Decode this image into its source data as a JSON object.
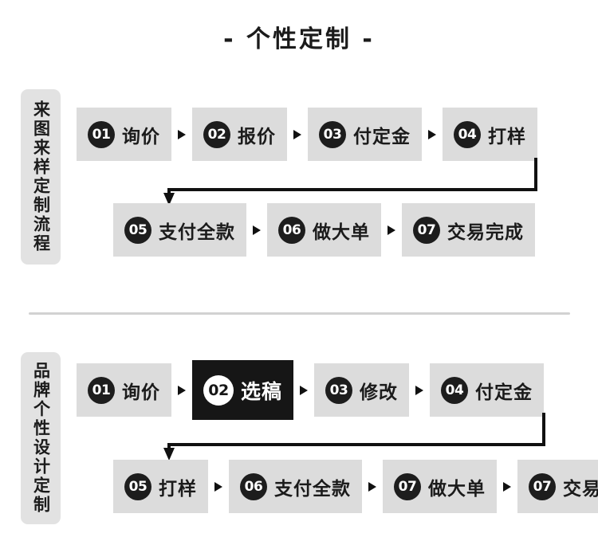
{
  "title": "- 个性定制 -",
  "colors": {
    "box_bg": "#dcdcdc",
    "label_bg": "#e2e2e2",
    "highlight_bg": "#161616",
    "text": "#1b1b1b",
    "badge_bg": "#1d1d1d",
    "divider": "#d2d2d2",
    "connector": "#111111"
  },
  "sections": [
    {
      "side_label": "来图来样定制流程",
      "rows": [
        {
          "steps": [
            {
              "num": "01",
              "label": "询价",
              "highlight": false
            },
            {
              "num": "02",
              "label": "报价",
              "highlight": false
            },
            {
              "num": "03",
              "label": "付定金",
              "highlight": false
            },
            {
              "num": "04",
              "label": "打样",
              "highlight": false
            }
          ]
        },
        {
          "steps": [
            {
              "num": "05",
              "label": "支付全款",
              "highlight": false
            },
            {
              "num": "06",
              "label": "做大单",
              "highlight": false
            },
            {
              "num": "07",
              "label": "交易完成",
              "highlight": false
            }
          ]
        }
      ]
    },
    {
      "side_label": "品牌个性设计定制",
      "rows": [
        {
          "steps": [
            {
              "num": "01",
              "label": "询价",
              "highlight": false
            },
            {
              "num": "02",
              "label": "选稿",
              "highlight": true
            },
            {
              "num": "03",
              "label": "修改",
              "highlight": false
            },
            {
              "num": "04",
              "label": "付定金",
              "highlight": false
            }
          ]
        },
        {
          "steps": [
            {
              "num": "05",
              "label": "打样",
              "highlight": false
            },
            {
              "num": "06",
              "label": "支付全款",
              "highlight": false
            },
            {
              "num": "07",
              "label": "做大单",
              "highlight": false
            },
            {
              "num": "07",
              "label": "交易完成",
              "highlight": false
            }
          ]
        }
      ]
    }
  ]
}
